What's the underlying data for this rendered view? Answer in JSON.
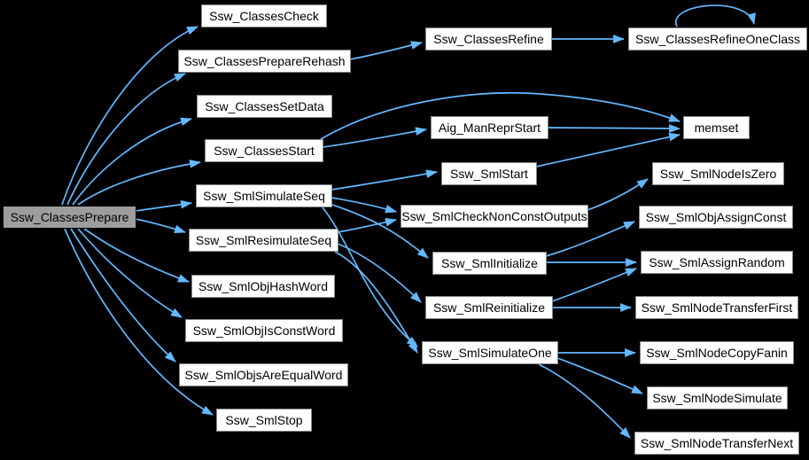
{
  "diagram": {
    "type": "call-graph",
    "colors": {
      "background": "#000000",
      "edge": "#63b8ff",
      "node_fill": "#ffffff",
      "node_border": "#84878c",
      "root_fill": "#9d9d9d",
      "root_border": "#000000",
      "text": "#000000"
    },
    "root": "Ssw_ClassesPrepare",
    "nodes": [
      {
        "label": "Ssw_ClassesPrepare"
      },
      {
        "label": "Ssw_ClassesCheck"
      },
      {
        "label": "Ssw_ClassesPrepareRehash"
      },
      {
        "label": "Ssw_ClassesSetData"
      },
      {
        "label": "Ssw_ClassesStart"
      },
      {
        "label": "Ssw_SmlSimulateSeq"
      },
      {
        "label": "Ssw_SmlResimulateSeq"
      },
      {
        "label": "Ssw_SmlObjHashWord"
      },
      {
        "label": "Ssw_SmlObjIsConstWord"
      },
      {
        "label": "Ssw_SmlObjsAreEqualWord"
      },
      {
        "label": "Ssw_SmlStop"
      },
      {
        "label": "Ssw_ClassesRefine"
      },
      {
        "label": "Aig_ManReprStart"
      },
      {
        "label": "Ssw_SmlStart"
      },
      {
        "label": "Ssw_SmlCheckNonConstOutputs"
      },
      {
        "label": "Ssw_SmlInitialize"
      },
      {
        "label": "Ssw_SmlReinitialize"
      },
      {
        "label": "Ssw_SmlSimulateOne"
      },
      {
        "label": "Ssw_ClassesRefineOneClass"
      },
      {
        "label": "memset"
      },
      {
        "label": "Ssw_SmlNodeIsZero"
      },
      {
        "label": "Ssw_SmlObjAssignConst"
      },
      {
        "label": "Ssw_SmlAssignRandom"
      },
      {
        "label": "Ssw_SmlNodeTransferFirst"
      },
      {
        "label": "Ssw_SmlNodeCopyFanin"
      },
      {
        "label": "Ssw_SmlNodeSimulate"
      },
      {
        "label": "Ssw_SmlNodeTransferNext"
      }
    ],
    "edges": [
      {
        "from": "Ssw_ClassesPrepare",
        "to": "Ssw_ClassesCheck"
      },
      {
        "from": "Ssw_ClassesPrepare",
        "to": "Ssw_ClassesPrepareRehash"
      },
      {
        "from": "Ssw_ClassesPrepare",
        "to": "Ssw_ClassesSetData"
      },
      {
        "from": "Ssw_ClassesPrepare",
        "to": "Ssw_ClassesStart"
      },
      {
        "from": "Ssw_ClassesPrepare",
        "to": "Ssw_SmlSimulateSeq"
      },
      {
        "from": "Ssw_ClassesPrepare",
        "to": "Ssw_SmlResimulateSeq"
      },
      {
        "from": "Ssw_ClassesPrepare",
        "to": "Ssw_SmlObjHashWord"
      },
      {
        "from": "Ssw_ClassesPrepare",
        "to": "Ssw_SmlObjIsConstWord"
      },
      {
        "from": "Ssw_ClassesPrepare",
        "to": "Ssw_SmlObjsAreEqualWord"
      },
      {
        "from": "Ssw_ClassesPrepare",
        "to": "Ssw_SmlStop"
      },
      {
        "from": "Ssw_ClassesPrepareRehash",
        "to": "Ssw_ClassesRefine"
      },
      {
        "from": "Ssw_ClassesRefine",
        "to": "Ssw_ClassesRefineOneClass"
      },
      {
        "from": "Ssw_ClassesRefineOneClass",
        "to": "Ssw_ClassesRefineOneClass"
      },
      {
        "from": "Ssw_ClassesStart",
        "to": "Aig_ManReprStart"
      },
      {
        "from": "Ssw_ClassesStart",
        "to": "memset"
      },
      {
        "from": "Aig_ManReprStart",
        "to": "memset"
      },
      {
        "from": "Ssw_SmlStart",
        "to": "memset"
      },
      {
        "from": "Ssw_SmlSimulateSeq",
        "to": "Ssw_SmlStart"
      },
      {
        "from": "Ssw_SmlSimulateSeq",
        "to": "Ssw_SmlCheckNonConstOutputs"
      },
      {
        "from": "Ssw_SmlSimulateSeq",
        "to": "Ssw_SmlInitialize"
      },
      {
        "from": "Ssw_SmlSimulateSeq",
        "to": "Ssw_SmlSimulateOne"
      },
      {
        "from": "Ssw_SmlResimulateSeq",
        "to": "Ssw_SmlCheckNonConstOutputs"
      },
      {
        "from": "Ssw_SmlResimulateSeq",
        "to": "Ssw_SmlReinitialize"
      },
      {
        "from": "Ssw_SmlResimulateSeq",
        "to": "Ssw_SmlSimulateOne"
      },
      {
        "from": "Ssw_SmlCheckNonConstOutputs",
        "to": "Ssw_SmlNodeIsZero"
      },
      {
        "from": "Ssw_SmlInitialize",
        "to": "Ssw_SmlObjAssignConst"
      },
      {
        "from": "Ssw_SmlInitialize",
        "to": "Ssw_SmlAssignRandom"
      },
      {
        "from": "Ssw_SmlReinitialize",
        "to": "Ssw_SmlAssignRandom"
      },
      {
        "from": "Ssw_SmlReinitialize",
        "to": "Ssw_SmlNodeTransferFirst"
      },
      {
        "from": "Ssw_SmlSimulateOne",
        "to": "Ssw_SmlNodeCopyFanin"
      },
      {
        "from": "Ssw_SmlSimulateOne",
        "to": "Ssw_SmlNodeSimulate"
      },
      {
        "from": "Ssw_SmlSimulateOne",
        "to": "Ssw_SmlNodeTransferNext"
      }
    ]
  }
}
